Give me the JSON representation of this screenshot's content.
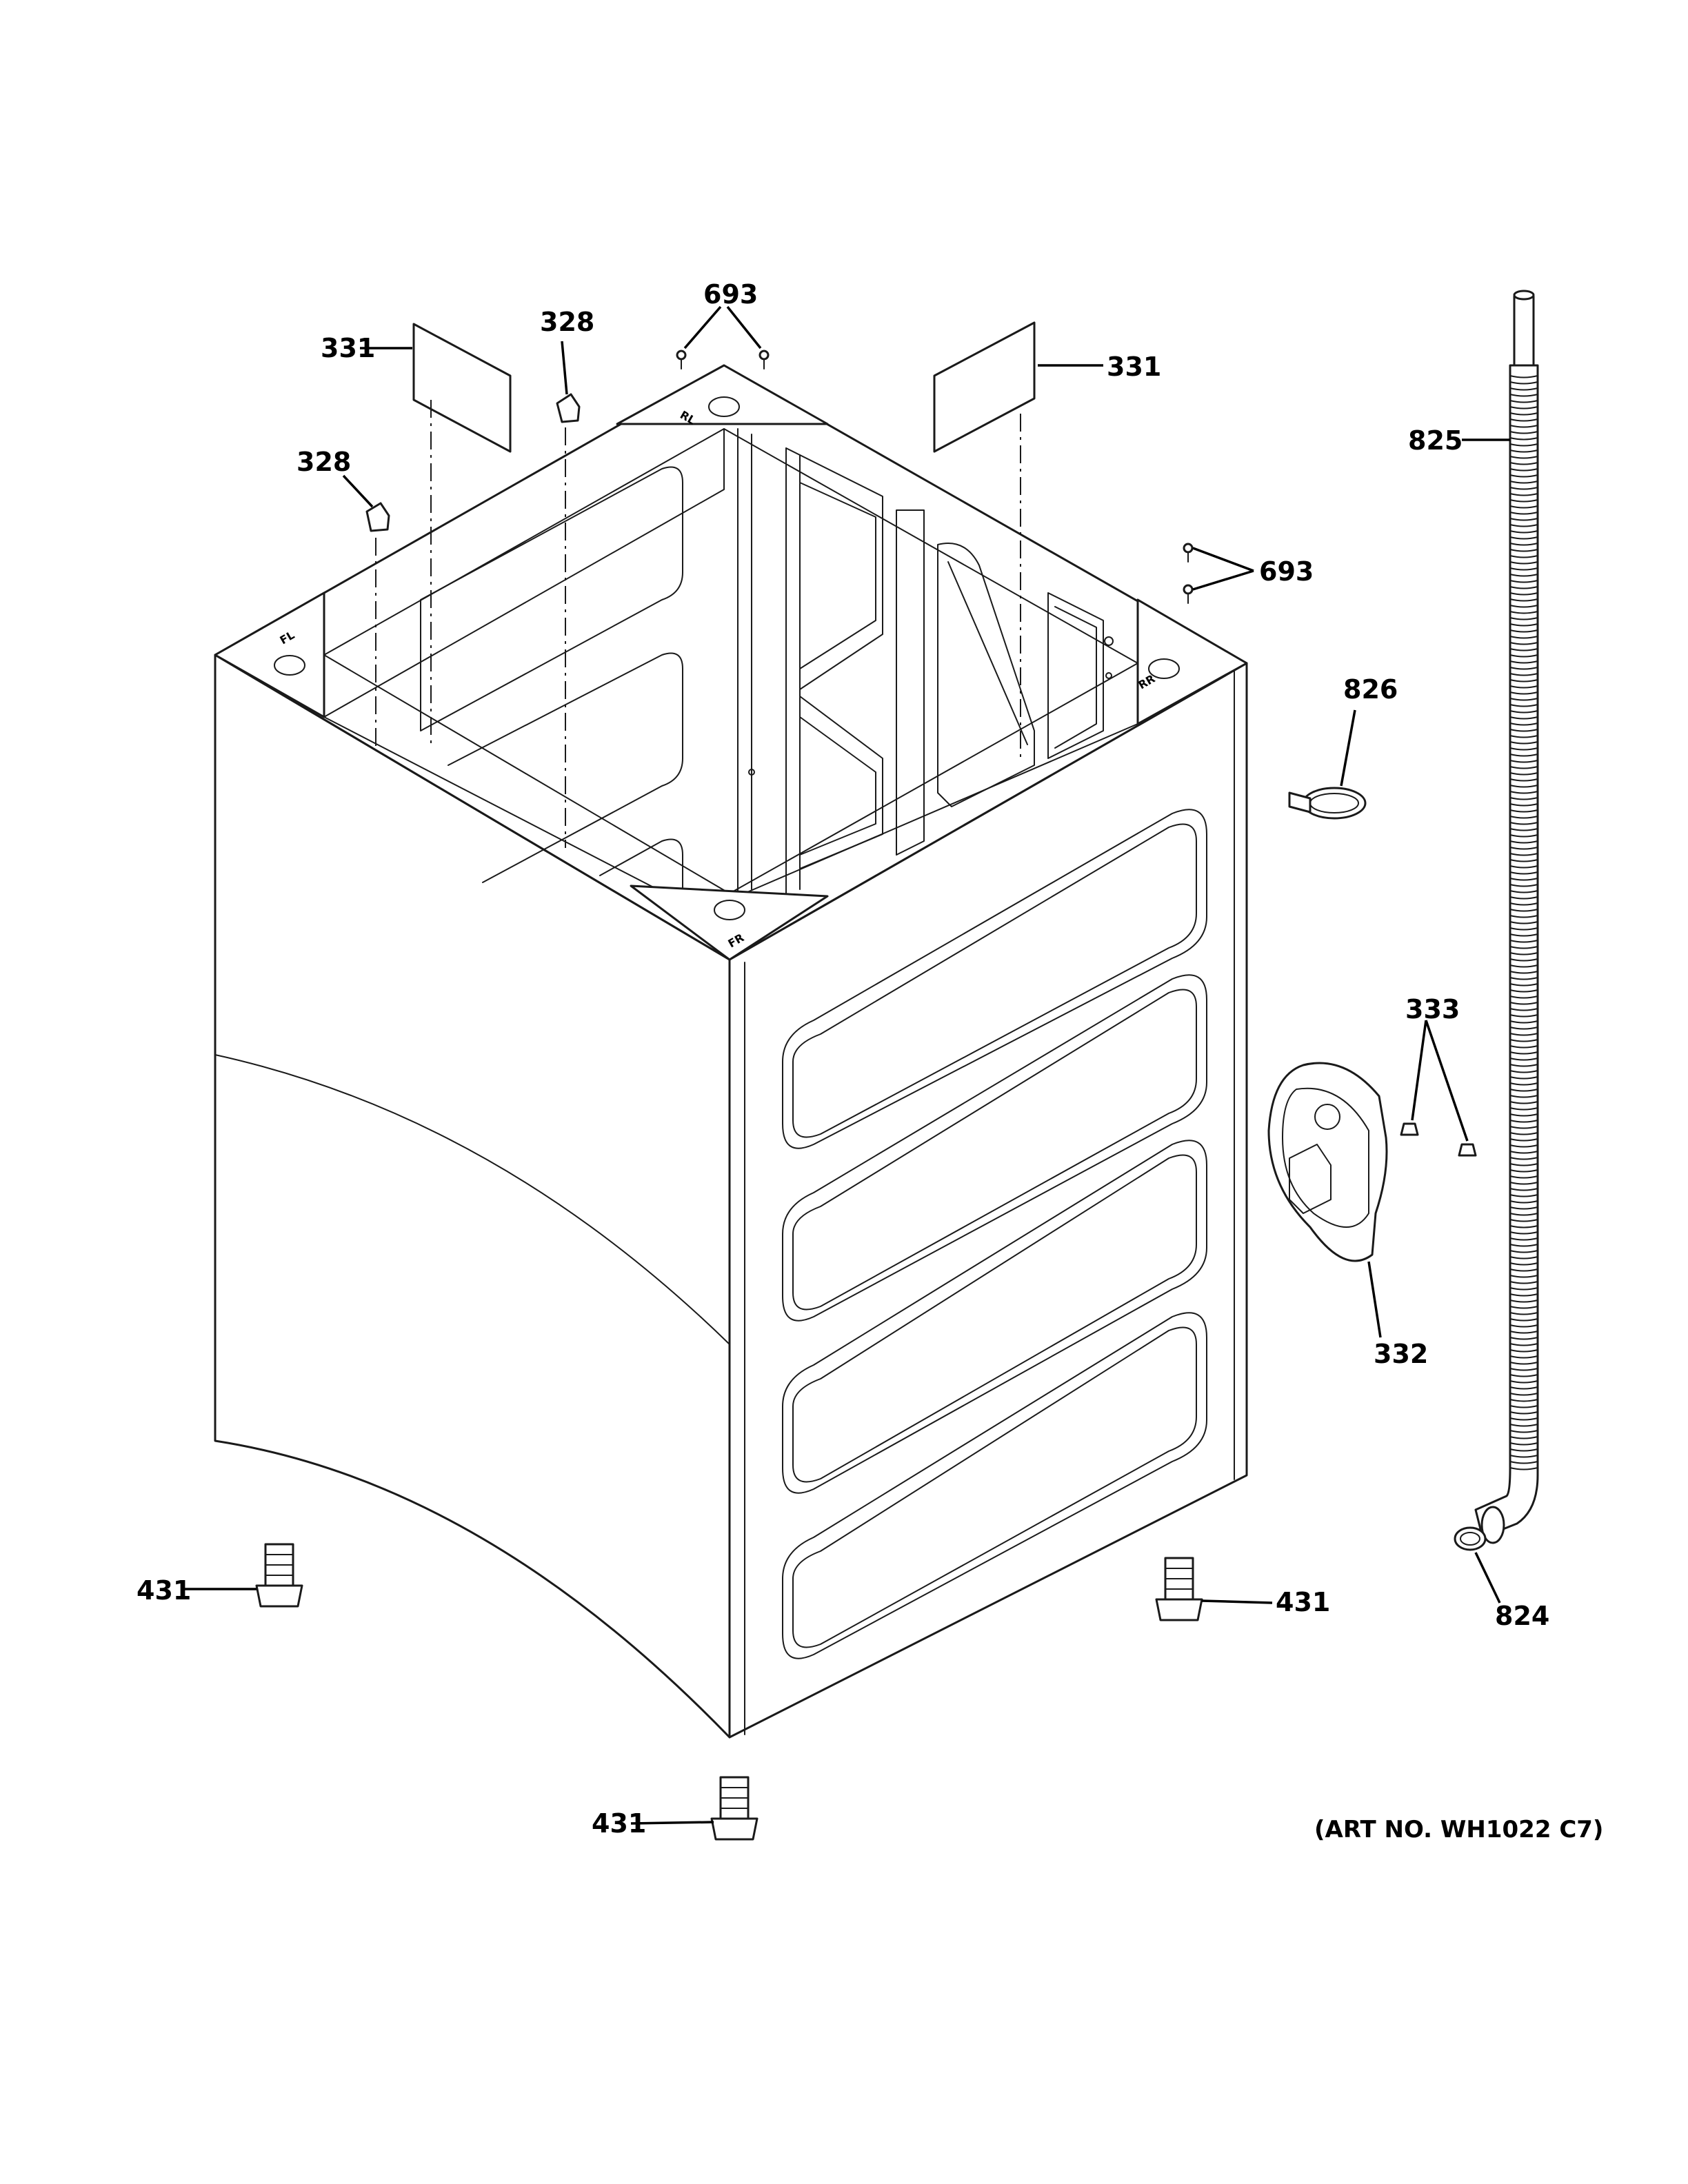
{
  "callouts": {
    "c331_left": "331",
    "c328_top": "328",
    "c693_top": "693",
    "c331_right": "331",
    "c825": "825",
    "c328_left": "328",
    "c693_right": "693",
    "c826": "826",
    "c333": "333",
    "c332": "332",
    "c431_left": "431",
    "c431_right": "431",
    "c824": "824",
    "c431_bottom": "431"
  },
  "corner_marks": {
    "rl": "RL",
    "rr": "RR",
    "fl": "FL",
    "fr": "FR"
  },
  "art_number": "(ART NO. WH1022 C7)",
  "colors": {
    "line": "#1a1a1a",
    "text": "#000000",
    "background": "#ffffff"
  }
}
